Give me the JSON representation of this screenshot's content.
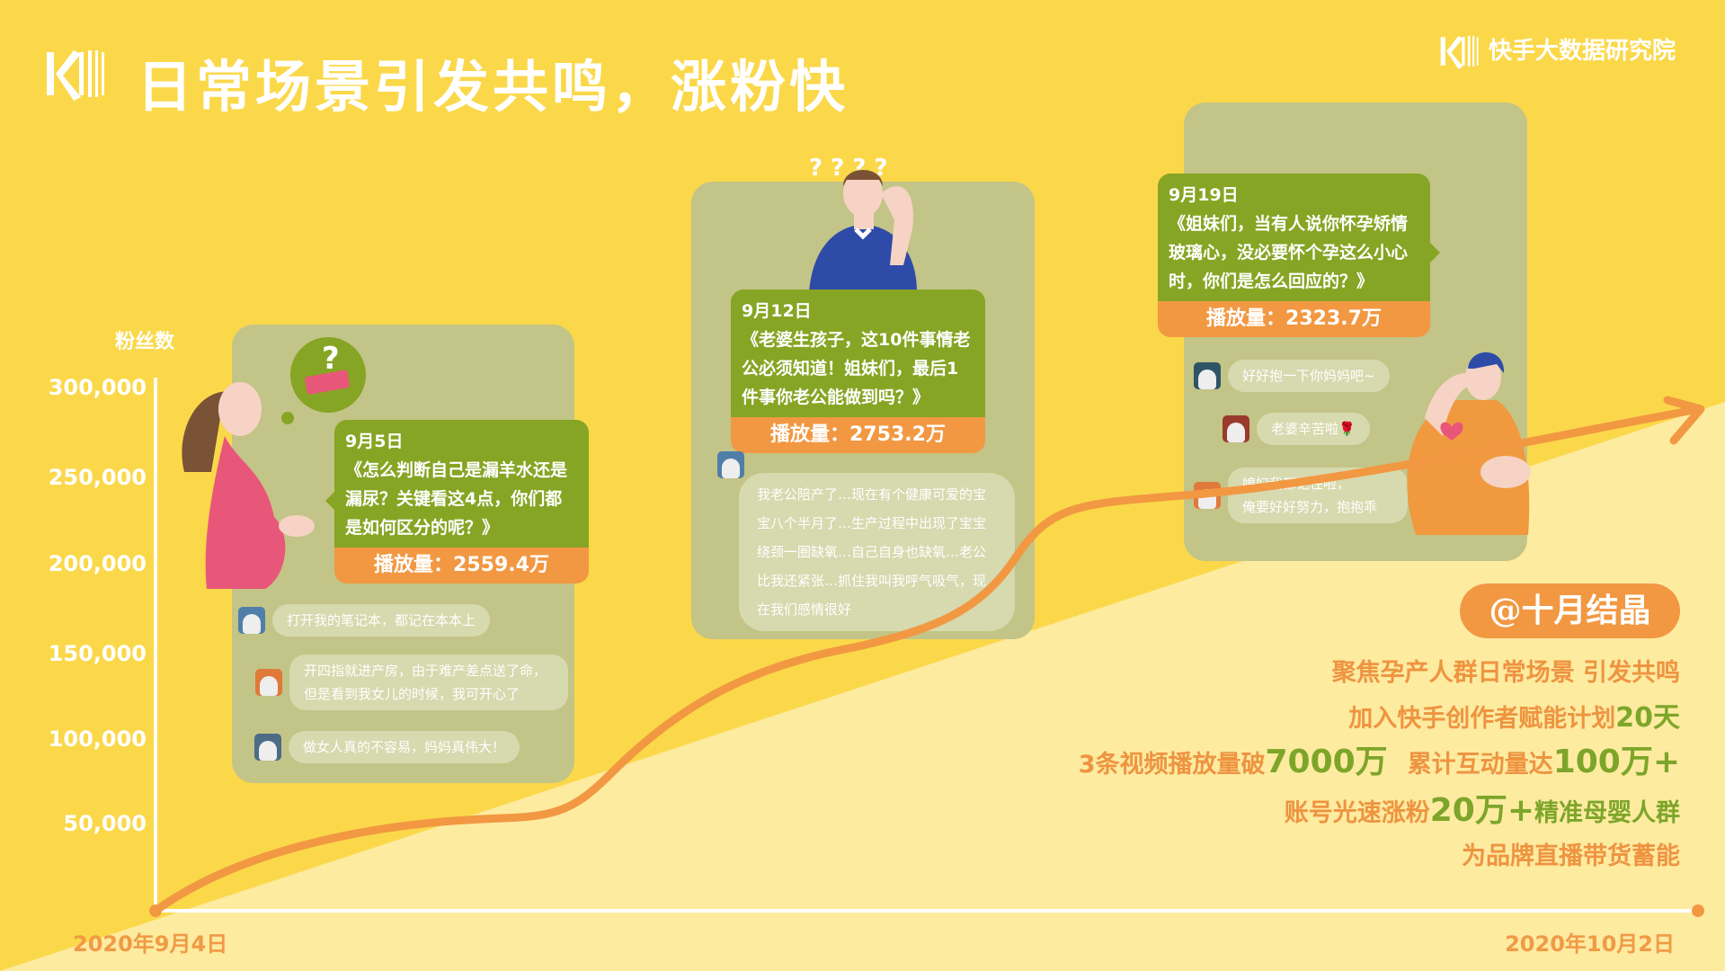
{
  "header": {
    "title": "日常场景引发共鸣，涨粉快",
    "brand": "快手大数据研究院"
  },
  "axis": {
    "ylabel": "粉丝数",
    "yticks": [
      "300,000",
      "250,000",
      "200,000",
      "150,000",
      "100,000",
      "50,000"
    ],
    "start_date": "2020年9月4日",
    "end_date": "2020年10月2日"
  },
  "cards": [
    {
      "date": "9月5日",
      "title": "《怎么判断自己是漏羊水还是漏尿？关键看这4点，你们都是如何区分的呢？》",
      "plays": "播放量：2559.4万",
      "comments": [
        "打开我的笔记本，都记在本本上",
        "开四指就进产房，由于难产差点送了命，但是看到我女儿的时候，我可开心了",
        "做女人真的不容易，妈妈真伟大！"
      ]
    },
    {
      "date": "9月12日",
      "title": "《老婆生孩子，这10件事情老公必须知道！姐妹们，最后1件事你老公能做到吗？》",
      "plays": "播放量：2753.2万",
      "comments": [
        "我老公陪产了…现在有个健康可爱的宝宝八个半月了…生产过程中出现了宝宝绕颈一圈缺氧…自己自身也缺氧…老公比我还紧张…抓住我叫我呼气吸气，现在我们感情很好"
      ]
    },
    {
      "date": "9月19日",
      "title": "《姐妹们，当有人说你怀孕矫情玻璃心，没必要怀个孕这么小心时，你们是怎么回应的？》",
      "plays": "播放量：2323.7万",
      "comments": [
        "好好抱一下你妈妈吧~",
        "老婆辛苦啦🌹",
        "媳妇我都记住啦，",
        "俺要好好努力，抱抱乖"
      ]
    }
  ],
  "summary": {
    "badge": "@十月结晶",
    "line1": "聚焦孕产人群日常场景 引发共鸣",
    "line2a": "加入快手创作者赋能计划",
    "line2b": "20天",
    "line3a": "3条视频播放量破",
    "line3b": "7000万",
    "line3c": "累计互动量达",
    "line3d": "100万+",
    "line4a": "账号光速涨粉",
    "line4b": "20万+",
    "line4c": "精准母婴人群",
    "line5": "为品牌直播带货蓄能"
  },
  "colors": {
    "bg": "#FBD84A",
    "bg_light": "#FDEBA0",
    "green": "#86A524",
    "orange": "#F29842",
    "panel": "#C3C487"
  }
}
